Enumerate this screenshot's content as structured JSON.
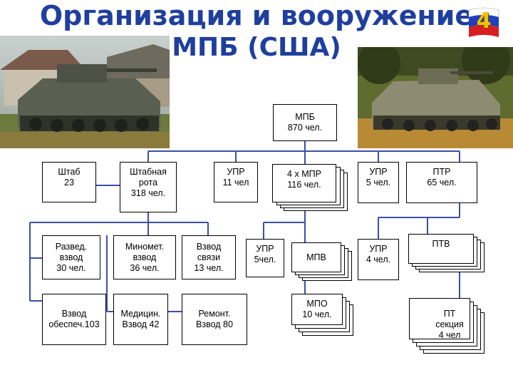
{
  "title": {
    "line1": "Организация и вооружение",
    "line2": "МПБ (США)",
    "slide_number": "4"
  },
  "images": {
    "left_photo": "bradley-ifv-village-photo",
    "right_photo": "bradley-ifv-field-photo",
    "badge": "russian-flag-badge"
  },
  "colors": {
    "title": "#1f3f9e",
    "connector": "#3a4fa8",
    "flag_white": "#ffffff",
    "flag_blue": "#1f3fc0",
    "flag_red": "#d62020",
    "badge_digit": "#f2c200"
  },
  "org": {
    "root": "МПБ\n870 чел.",
    "hq": "Штаб\n23",
    "hq_company": "Штабная\nрота\n318 чел.",
    "upr_11": "УПР\n11 чел",
    "mpr": "4 х МПР\n116 чел.",
    "upr_5": "УПР\n5 чел.",
    "ptr": "ПТР\n65 чел.",
    "recon": "Развед.\nвзвод\n30 чел.",
    "mortar": "Миномет.\nвзвод\n36 чел.",
    "signal": "Взвод\nсвязи\n13 чел.",
    "upr_5b": "УПР\n5чел.",
    "mpv": "МПВ",
    "upr_4": "УПР\n4 чел.",
    "ptv": "ПТВ",
    "mpo": "МПО\n10 чел.",
    "supply": "Взвод\nобеспеч.103",
    "medical": "Медицин.\nВзвод 42",
    "repair": "Ремонт.\nВзвод 80",
    "at_section": "ПТ секция\n4 чел"
  }
}
